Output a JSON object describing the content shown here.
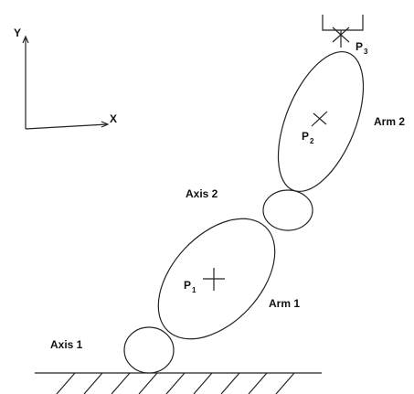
{
  "axes": {
    "x_label": "X",
    "y_label": "Y"
  },
  "labels": {
    "axis1": "Axis 1",
    "axis2": "Axis 2",
    "arm1": "Arm 1",
    "arm2": "Arm 2"
  },
  "points": {
    "p1": {
      "letter": "P",
      "sub": "1"
    },
    "p2": {
      "letter": "P",
      "sub": "2"
    },
    "p3": {
      "letter": "P",
      "sub": "3"
    }
  },
  "colors": {
    "line": "#222222",
    "background": "#ffffff"
  }
}
